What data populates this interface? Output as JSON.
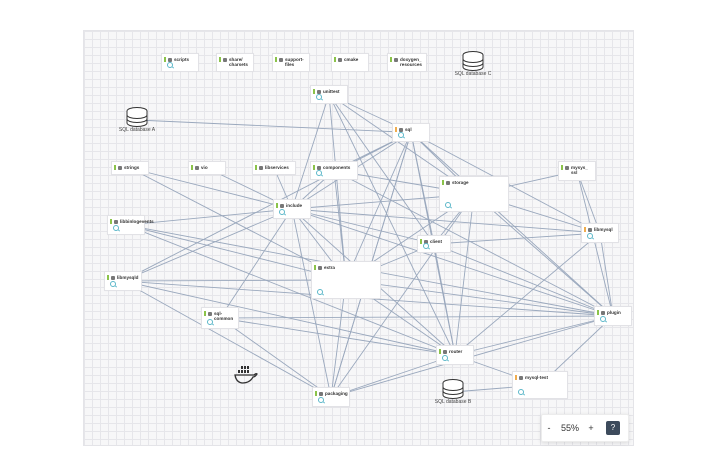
{
  "nodes": [
    {
      "id": "scripts",
      "label": "scripts",
      "color": "green",
      "zoom": true
    },
    {
      "id": "share",
      "label": "share/\ncharsets",
      "color": "green",
      "zoom": false
    },
    {
      "id": "support",
      "label": "support-\nfiles",
      "color": "green",
      "zoom": false
    },
    {
      "id": "cmake",
      "label": "cmake",
      "color": "green",
      "zoom": false
    },
    {
      "id": "doxygen",
      "label": "doxygen_\nresources",
      "color": "green",
      "zoom": false
    },
    {
      "id": "unittest",
      "label": "unittest",
      "color": "green",
      "zoom": true
    },
    {
      "id": "sql",
      "label": "sql",
      "color": "orange",
      "zoom": true
    },
    {
      "id": "strings",
      "label": "strings",
      "color": "green",
      "zoom": false
    },
    {
      "id": "vio",
      "label": "vio",
      "color": "green",
      "zoom": false
    },
    {
      "id": "libservices",
      "label": "libservices",
      "color": "green",
      "zoom": false
    },
    {
      "id": "components",
      "label": "components",
      "color": "green",
      "zoom": true
    },
    {
      "id": "storage",
      "label": "storage",
      "color": "green",
      "zoom": true
    },
    {
      "id": "mysys",
      "label": "mysys_\nssl",
      "color": "green",
      "zoom": false
    },
    {
      "id": "include",
      "label": "include",
      "color": "green",
      "zoom": true
    },
    {
      "id": "extra",
      "label": "extra",
      "color": "green",
      "zoom": true
    },
    {
      "id": "libmysql",
      "label": "libmysql",
      "color": "orange",
      "zoom": true
    },
    {
      "id": "client",
      "label": "client",
      "color": "green",
      "zoom": true
    },
    {
      "id": "libbinlogevents",
      "label": "libbinlogevents",
      "color": "green",
      "zoom": true
    },
    {
      "id": "libmysqld",
      "label": "libmysqld",
      "color": "green",
      "zoom": true
    },
    {
      "id": "sqlcommon",
      "label": "sql-\ncommon",
      "color": "green",
      "zoom": true
    },
    {
      "id": "plugin",
      "label": "plugin",
      "color": "green",
      "zoom": true
    },
    {
      "id": "router",
      "label": "router",
      "color": "green",
      "zoom": true
    },
    {
      "id": "mysqltest",
      "label": "mysql-test",
      "color": "orange",
      "zoom": true
    },
    {
      "id": "packaging",
      "label": "packaging",
      "color": "green",
      "zoom": true
    }
  ],
  "databases": [
    {
      "id": "dbA",
      "label": "SQL database A"
    },
    {
      "id": "dbB",
      "label": "SQL database B"
    },
    {
      "id": "dbC",
      "label": "SQL database C"
    }
  ],
  "edges": [
    [
      "unittest",
      "sql"
    ],
    [
      "unittest",
      "include"
    ],
    [
      "unittest",
      "storage"
    ],
    [
      "unittest",
      "extra"
    ],
    [
      "unittest",
      "router"
    ],
    [
      "unittest",
      "client"
    ],
    [
      "sql",
      "include"
    ],
    [
      "sql",
      "storage"
    ],
    [
      "sql",
      "extra"
    ],
    [
      "sql",
      "plugin"
    ],
    [
      "sql",
      "router"
    ],
    [
      "sql",
      "libmysql"
    ],
    [
      "sql",
      "client"
    ],
    [
      "sql",
      "components"
    ],
    [
      "sql",
      "packaging"
    ],
    [
      "dbA",
      "sql"
    ],
    [
      "strings",
      "include"
    ],
    [
      "strings",
      "extra"
    ],
    [
      "vio",
      "include"
    ],
    [
      "libservices",
      "include"
    ],
    [
      "components",
      "include"
    ],
    [
      "components",
      "storage"
    ],
    [
      "components",
      "extra"
    ],
    [
      "components",
      "plugin"
    ],
    [
      "include",
      "storage"
    ],
    [
      "include",
      "extra"
    ],
    [
      "include",
      "plugin"
    ],
    [
      "include",
      "router"
    ],
    [
      "include",
      "client"
    ],
    [
      "include",
      "libmysql"
    ],
    [
      "include",
      "packaging"
    ],
    [
      "libbinlogevents",
      "include"
    ],
    [
      "libbinlogevents",
      "extra"
    ],
    [
      "libbinlogevents",
      "plugin"
    ],
    [
      "libbinlogevents",
      "router"
    ],
    [
      "libmysqld",
      "include"
    ],
    [
      "libmysqld",
      "extra"
    ],
    [
      "libmysqld",
      "plugin"
    ],
    [
      "libmysqld",
      "router"
    ],
    [
      "libmysqld",
      "packaging"
    ],
    [
      "libmysqld",
      "sql"
    ],
    [
      "storage",
      "extra"
    ],
    [
      "storage",
      "plugin"
    ],
    [
      "storage",
      "router"
    ],
    [
      "storage",
      "client"
    ],
    [
      "storage",
      "mysys"
    ],
    [
      "storage",
      "libmysql"
    ],
    [
      "extra",
      "plugin"
    ],
    [
      "extra",
      "router"
    ],
    [
      "extra",
      "client"
    ],
    [
      "extra",
      "packaging"
    ],
    [
      "client",
      "plugin"
    ],
    [
      "client",
      "router"
    ],
    [
      "client",
      "libmysql"
    ],
    [
      "libmysql",
      "plugin"
    ],
    [
      "libmysql",
      "router"
    ],
    [
      "mysys",
      "plugin"
    ],
    [
      "mysys",
      "libmysql"
    ],
    [
      "plugin",
      "router"
    ],
    [
      "router",
      "mysqltest"
    ],
    [
      "dbB",
      "mysqltest"
    ],
    [
      "sqlcommon",
      "include"
    ],
    [
      "sqlcommon",
      "router"
    ],
    [
      "sqlcommon",
      "plugin"
    ],
    [
      "sqlcommon",
      "packaging"
    ],
    [
      "packaging",
      "plugin"
    ],
    [
      "packaging",
      "router"
    ],
    [
      "packaging",
      "sql"
    ],
    [
      "packaging",
      "storage"
    ],
    [
      "mysqltest",
      "plugin"
    ]
  ],
  "edge_color": "#9aa8bd",
  "accent": "#5bb7c9",
  "zoom_control": {
    "minus": "-",
    "level": "55%",
    "plus": "+",
    "help": "?"
  }
}
